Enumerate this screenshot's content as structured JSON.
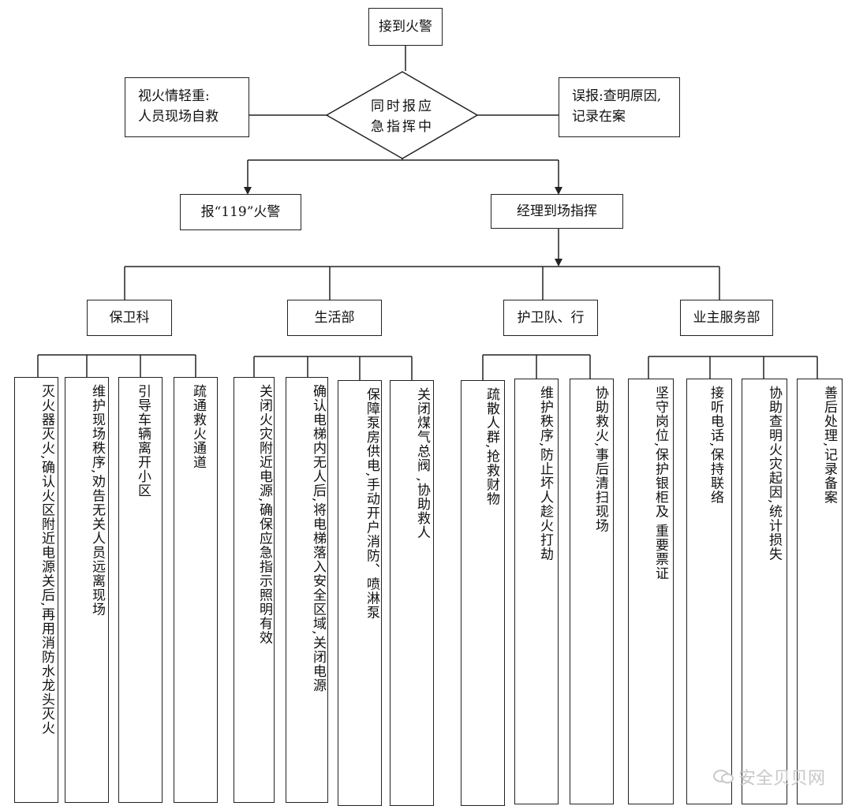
{
  "diagram": {
    "start": "接到火警",
    "decision_line1": "同时报应",
    "decision_line2": "急指挥中",
    "left_note_line1": "视火情轻重:",
    "left_note_line2": "人员现场自救",
    "right_note_line1": "误报:查明原因,",
    "right_note_line2": "记录在案",
    "report": "报“119”火警",
    "manager": "经理到场指挥",
    "departments": [
      {
        "name": "保卫科",
        "tasks": [
          "灭火器灭火,确认火区附近电源关后,再用消防水龙头灭火",
          "维护现场秩序,劝告无关人员远离现场",
          "引导车辆离开小区",
          "疏通救火通道"
        ]
      },
      {
        "name": "生活部",
        "tasks": [
          "关闭火灾附近电源,确保应急指示照明有效",
          "确认电梯内无人后,将电梯落入安全区域,关闭电源",
          "保障泵房供电,手动开户消防、喷淋泵",
          "关闭煤气总阀 ,协助救人"
        ]
      },
      {
        "name": "护卫队、行",
        "tasks": [
          "疏散人群,抢救财物",
          "维护秩序,防止坏人趁火打劫",
          "协助救火,事后清扫现场"
        ]
      },
      {
        "name": "业主服务部",
        "tasks": [
          "坚守岗位,保护银柜及 重要票证",
          "接听电话,保持联络",
          "协助查明火灾起因,统计损失",
          "善后处理,记录备案"
        ]
      }
    ]
  },
  "watermark": "安全贝贝网"
}
